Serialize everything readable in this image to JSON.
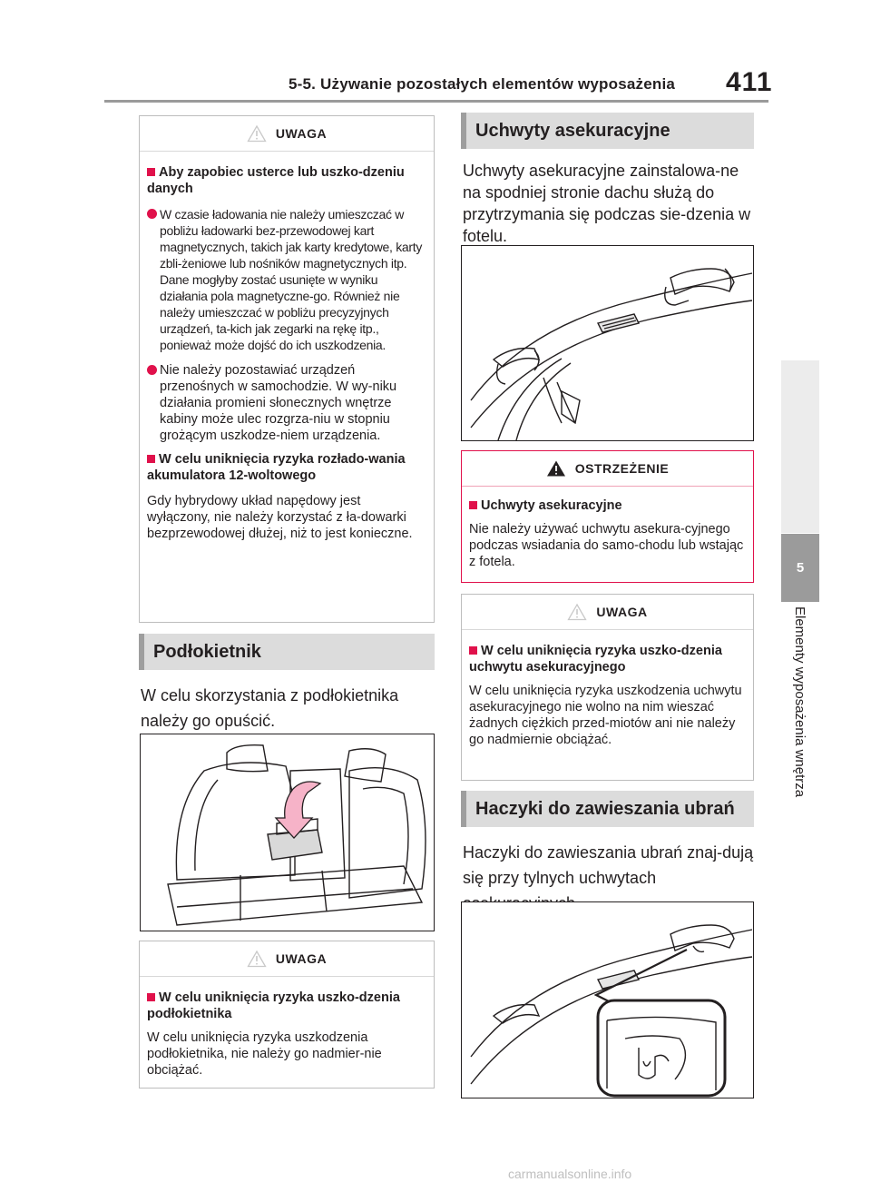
{
  "header": {
    "section_title": "5-5. Używanie pozostałych elementów wyposażenia",
    "page_number": "411"
  },
  "side_tab": {
    "chapter_number": "5",
    "chapter_title": "Elementy wyposażenia wnętrza"
  },
  "left": {
    "uwaga1": {
      "title": "UWAGA",
      "h1": "Aby zapobiec usterce lub uszko-dzeniu danych",
      "b1": "W czasie ładowania nie należy umieszczać w pobliżu ładowarki bez-przewodowej kart magnetycznych, takich jak karty kredytowe, karty zbli-żeniowe lub nośników magnetycznych itp. Dane mogłyby zostać usunięte w wyniku działania pola magnetyczne-go. Również nie należy umieszczać w pobliżu precyzyjnych urządzeń, ta-kich jak zegarki na rękę itp., ponieważ może dojść do ich uszkodzenia.",
      "b2": "Nie należy pozostawiać urządzeń przenośnych w samochodzie. W wy-niku działania promieni słonecznych wnętrze kabiny może ulec rozgrza-niu w stopniu grożącym uszkodze-niem urządzenia.",
      "h2": "W celu uniknięcia ryzyka rozłado-wania akumulatora 12-woltowego",
      "p1": "Gdy hybrydowy układ napędowy jest wyłączony, nie należy korzystać z ła-dowarki bezprzewodowej dłużej, niż to jest konieczne."
    },
    "armrest_heading": "Podłokietnik",
    "armrest_text": "W celu skorzystania z podłokietnika należy go opuścić.",
    "uwaga2": {
      "title": "UWAGA",
      "h1": "W celu uniknięcia ryzyka uszko-dzenia podłokietnika",
      "p1": "W celu uniknięcia ryzyka uszkodzenia podłokietnika, nie należy go nadmier-nie obciążać."
    }
  },
  "right": {
    "grips_heading": "Uchwyty asekuracyjne",
    "grips_text": "Uchwyty asekuracyjne zainstalowa-ne na spodniej stronie dachu służą do przytrzymania się podczas sie-dzenia w fotelu.",
    "ostrzezenie": {
      "title": "OSTRZEŻENIE",
      "h1": "Uchwyty asekuracyjne",
      "p1": "Nie należy używać uchwytu asekura-cyjnego podczas wsiadania do samo-chodu lub wstając z fotela."
    },
    "uwaga3": {
      "title": "UWAGA",
      "h1": "W celu uniknięcia ryzyka uszko-dzenia uchwytu asekuracyjnego",
      "p1": "W celu uniknięcia ryzyka uszkodzenia uchwytu asekuracyjnego nie wolno na nim wieszać żadnych ciężkich przed-miotów ani nie należy go nadmiernie obciążać."
    },
    "hooks_heading": "Haczyki do zawieszania ubrań",
    "hooks_text": "Haczyki do zawieszania ubrań znaj-dują się przy tylnych uchwytach asekuracyjnych."
  },
  "watermark": "carmanualsonline.info",
  "colors": {
    "accent": "#e0114b",
    "heading_bg": "#dcdcdc",
    "tab_bg": "#9b9b9b"
  }
}
